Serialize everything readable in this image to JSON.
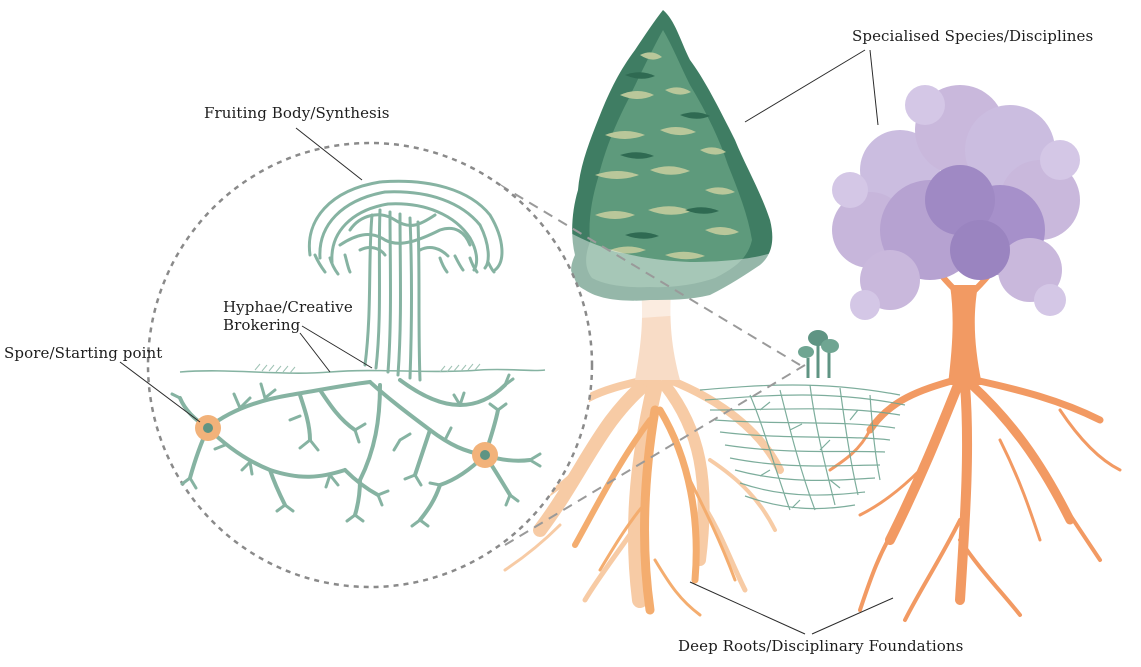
{
  "labels": {
    "fruiting_body": "Fruiting Body/Synthesis",
    "hyphae": "Hyphae/Creative Brokering",
    "spore": "Spore/Starting point",
    "species": "Specialised Species/Disciplines",
    "roots": "Deep Roots/Disciplinary Foundations"
  },
  "colors": {
    "mycelium": "#86b3a2",
    "mycelium_dark": "#5f9483",
    "spore_halo": "#f2b27a",
    "pine_dark": "#3f7d63",
    "pine_mid": "#5e9a7c",
    "pine_light": "#b9c79a",
    "oak_light": "#c9b8dc",
    "oak_dark": "#9f89c4",
    "roots_orange": "#f29a63",
    "roots_pale": "#f7c9a1",
    "trunk_pale": "#f8dcc6",
    "circle": "#8a8a8a"
  }
}
